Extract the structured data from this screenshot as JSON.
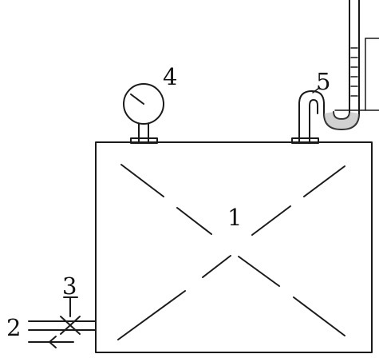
{
  "labels": {
    "tank": "1",
    "inlet": "2",
    "valve": "3",
    "gauge": "4",
    "manometer": "5"
  },
  "colors": {
    "line": "#1a1a1a",
    "background": "#ffffff"
  }
}
